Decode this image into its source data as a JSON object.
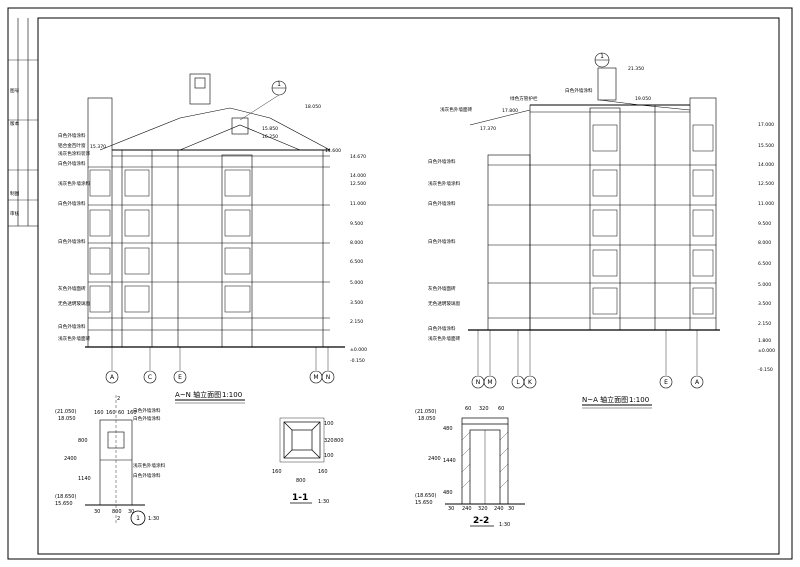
{
  "title_block": {
    "cells": [
      "图号",
      "版本",
      "制图",
      "审核"
    ]
  },
  "elevation_left": {
    "title": "A~N 轴立面图",
    "scale": "1:100",
    "labels": [
      "白色外墙涂料",
      "铝合金百叶窗",
      "浅灰色涂料装饰",
      "白色外墙涂料",
      "浅灰色外墙涂料",
      "白色外墙涂料",
      "白色外墙涂料",
      "灰色外墙面砖",
      "无色透明玻璃窗",
      "白色外墙涂料",
      "浅灰色外墙面砖"
    ],
    "elevations": [
      "18.050",
      "15.850",
      "16.250",
      "15.370",
      "14.600",
      "14.670",
      "14.000",
      "12.500",
      "11.000",
      "9.500",
      "8.000",
      "6.500",
      "5.000",
      "3.500",
      "2.150",
      "±0.000",
      "-0.150"
    ],
    "axes": [
      "A",
      "C",
      "E",
      "M",
      "N"
    ],
    "callout": "1"
  },
  "elevation_right": {
    "title": "N~A 轴立面图",
    "scale": "1:100",
    "labels": [
      "绿色方管护栏",
      "白色外墙涂料",
      "浅灰色外墙面砖",
      "白色外墙涂料",
      "浅灰色外墙涂料",
      "白色外墙涂料",
      "白色外墙涂料",
      "灰色外墙面砖",
      "无色透明玻璃窗",
      "白色外墙涂料",
      "浅灰色外墙面砖"
    ],
    "elevations": [
      "21.350",
      "19.050",
      "17.800",
      "17.370",
      "17.000",
      "15.500",
      "14.000",
      "12.500",
      "11.000",
      "9.500",
      "8.000",
      "6.500",
      "5.000",
      "3.500",
      "2.150",
      "1.800",
      "±0.000",
      "-0.150"
    ],
    "axes": [
      "N",
      "M",
      "L",
      "K",
      "E",
      "A"
    ],
    "callout": "1"
  },
  "detail_1": {
    "label": "1",
    "scale": "1:30",
    "top_elev": [
      "(21.050)",
      "18.050"
    ],
    "bot_elev": [
      "(18.650)",
      "15.650"
    ],
    "dims_top": [
      "160",
      "160",
      "60",
      "160"
    ],
    "dims_side": [
      "2400",
      "1140",
      "800"
    ],
    "notes": [
      "白色外墙涂料",
      "白色外墙涂料",
      "浅灰色外墙涂料",
      "白色外墙涂料"
    ],
    "dims_bottom": [
      "30",
      "800",
      "30"
    ],
    "cut": "2"
  },
  "section_1": {
    "label": "1-1",
    "scale": "1:30",
    "dims": [
      "100",
      "320",
      "100",
      "800",
      "160",
      "800",
      "160"
    ]
  },
  "section_2": {
    "label": "2-2",
    "scale": "1:30",
    "top_elev": [
      "(21.050)",
      "18.050"
    ],
    "bot_elev": [
      "(18.650)",
      "15.650"
    ],
    "dims_top": [
      "60",
      "320",
      "60"
    ],
    "dims_bottom": [
      "30",
      "240",
      "320",
      "240",
      "30"
    ],
    "dims_side": [
      "2400",
      "480",
      "1440",
      "480"
    ]
  }
}
